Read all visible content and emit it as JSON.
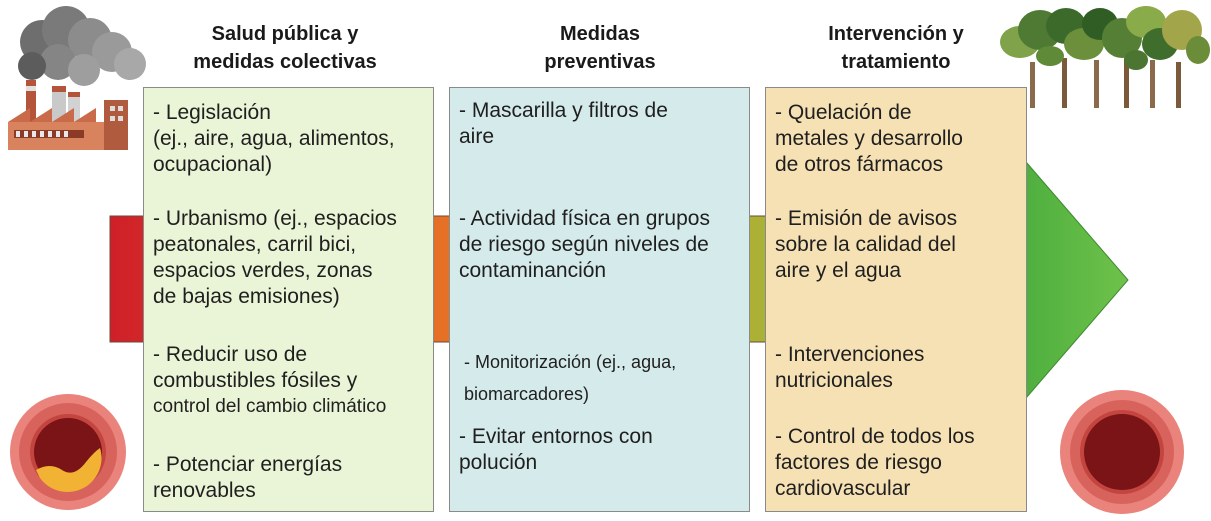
{
  "columns": [
    {
      "header": [
        "Salud pública y",
        "medidas colectivas"
      ],
      "items": [
        [
          "- Legislación",
          "(ej., aire, agua, alimentos,",
          "ocupacional)"
        ],
        [
          "- Urbanismo (ej., espacios",
          "peatonales, carril bici,",
          "espacios verdes, zonas",
          "de bajas emisiones)"
        ],
        [
          "- Reducir uso de",
          "combustibles fósiles y",
          "control del cambio climático"
        ],
        [
          "- Potenciar energías",
          "renovables"
        ]
      ]
    },
    {
      "header": [
        "Medidas",
        "preventivas"
      ],
      "items": [
        [
          "- Mascarilla y filtros de",
          "aire"
        ],
        [
          "- Actividad física en grupos",
          "de riesgo según niveles de",
          "contaminanción"
        ],
        [
          "- Monitorización  (ej., agua,",
          "biomarcadores)"
        ],
        [
          "- Evitar entornos con",
          "polución"
        ]
      ]
    },
    {
      "header": [
        "Intervención y",
        "tratamiento"
      ],
      "items": [
        [
          "- Quelación de",
          "metales y desarrollo",
          "de otros fármacos"
        ],
        [
          "- Emisión de avisos",
          "sobre la calidad del",
          "aire y el agua"
        ],
        [
          "- Intervenciones",
          "nutricionales"
        ],
        [
          "- Control de todos los",
          "factores de riesgo",
          "cardiovascular"
        ]
      ]
    }
  ],
  "colors": {
    "box1": "#eaf4d6",
    "box2": "#d5eaea",
    "box3": "#f6e1b5",
    "arrow_red": "#d3222a",
    "arrow_orange": "#e2712a",
    "arrow_yellow": "#d9a12a",
    "arrow_green": "#4caf50"
  },
  "icons": [
    "factory-icon",
    "trees-icon",
    "clogged-artery-icon",
    "healthy-artery-icon"
  ]
}
